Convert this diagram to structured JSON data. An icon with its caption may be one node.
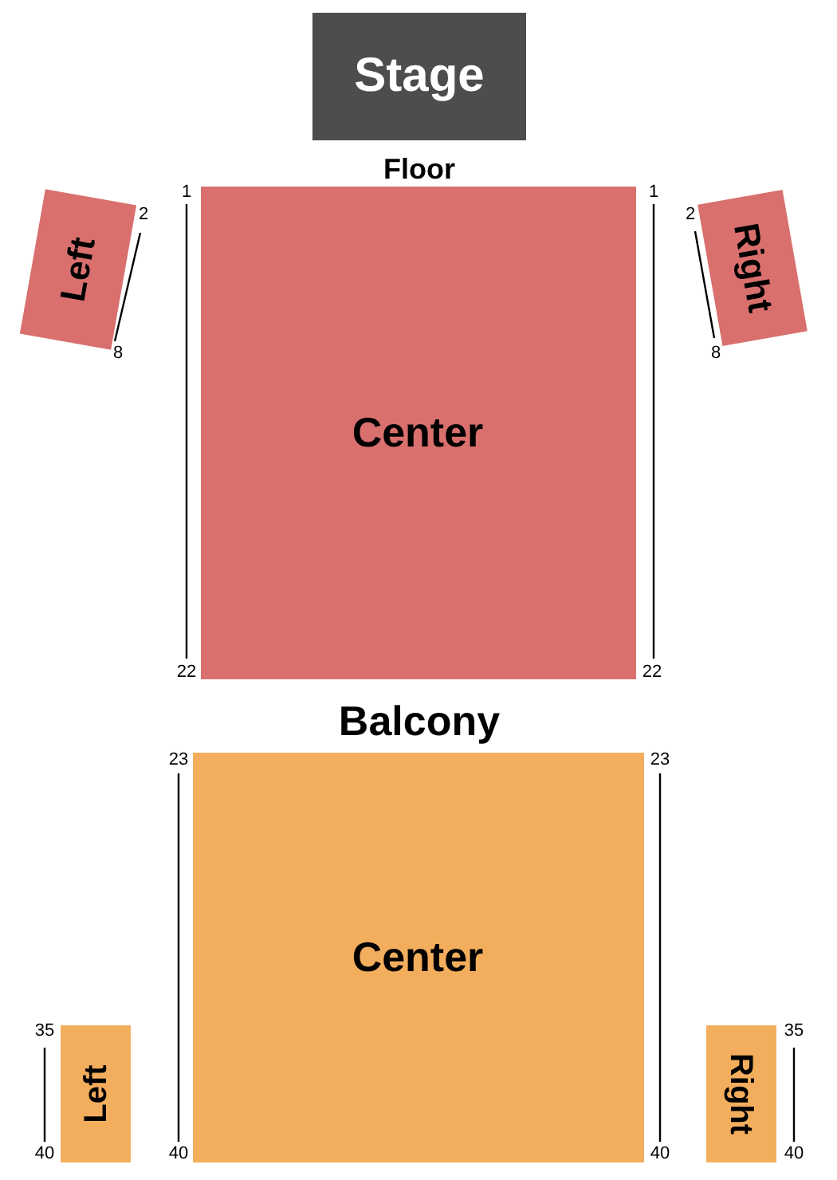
{
  "diagram": {
    "nodes": [
      {
        "text": [
          "Stage"
        ]
      },
      {
        "text": [
          "Left"
        ]
      },
      {
        "text": [
          "Center"
        ]
      },
      {
        "text": [
          "Right"
        ]
      },
      {
        "text": [
          "Center"
        ]
      },
      {
        "text": [
          "Left"
        ]
      },
      {
        "text": [
          "Right"
        ]
      }
    ],
    "labels": [
      "Floor",
      "1",
      "1",
      "2",
      "2",
      "8",
      "8",
      "22",
      "22",
      "Balcony",
      "23",
      "23",
      "35",
      "35",
      "40",
      "40",
      "40",
      "40"
    ]
  }
}
